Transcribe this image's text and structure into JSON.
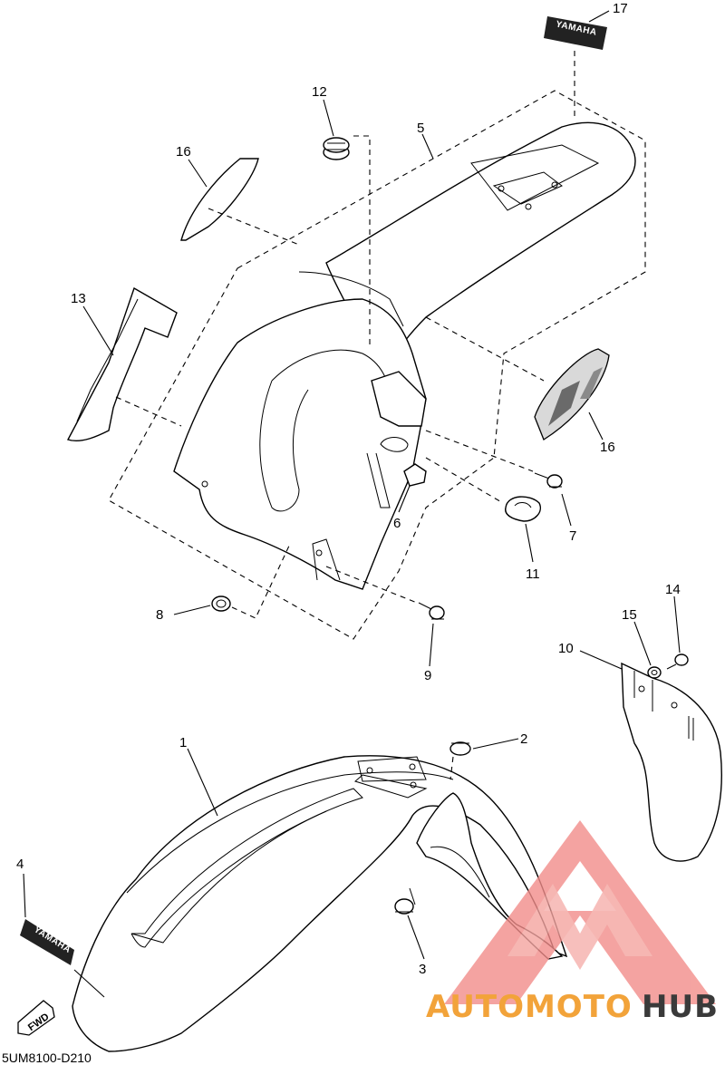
{
  "diagram_code": "5UM8100-D210",
  "callouts": {
    "c1": "1",
    "c2": "2",
    "c3": "3",
    "c4": "4",
    "c5": "5",
    "c6": "6",
    "c7": "7",
    "c8": "8",
    "c9": "9",
    "c10": "10",
    "c11": "11",
    "c12": "12",
    "c13": "13",
    "c14": "14",
    "c15": "15",
    "c16a": "16",
    "c16b": "16",
    "c17": "17"
  },
  "decals": {
    "brand_top": "YAMAHA",
    "brand_front": "YAMAHA",
    "fwd": "FWD"
  },
  "watermark": {
    "part1": "AUTOMOTO",
    "part2": "HUB",
    "color_orange": "#f2a33a",
    "color_red": "#e8504a",
    "color_dark": "#3a3a3a"
  }
}
